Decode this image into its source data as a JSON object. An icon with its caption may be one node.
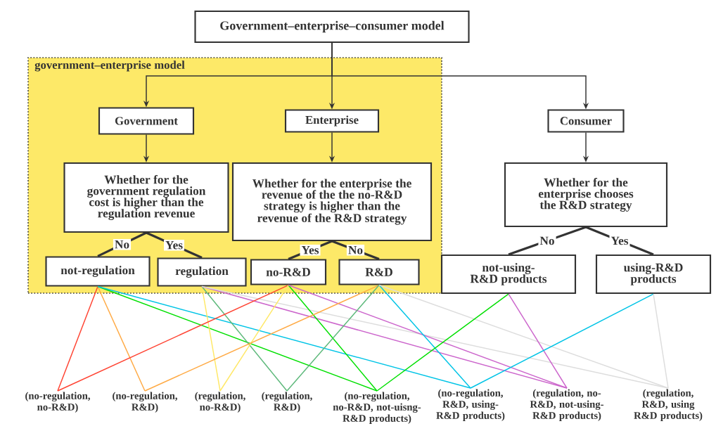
{
  "diagram": {
    "nodes": [
      {
        "text": [
          "Government–enterprise–consumer model"
        ]
      },
      {
        "text": [
          "government–enterprise model"
        ]
      },
      {
        "text": [
          "Government"
        ],
        "in": 1
      },
      {
        "text": [
          "Enterprise"
        ],
        "in": 1
      },
      {
        "text": [
          "Consumer"
        ]
      },
      {
        "text": [
          "Whether for the government regulation cost is higher than the regulation revenue"
        ],
        "in": 1
      },
      {
        "text": [
          "Whether for the enterprise the revenue of the the no-R&D strategy is higher than the revenue of the R&D strategy"
        ],
        "in": 1
      },
      {
        "text": [
          "Whether for the enterprise chooses the R&D strategy"
        ]
      },
      {
        "text": [
          "not-regulation"
        ],
        "in": 1
      },
      {
        "text": [
          "regulation"
        ],
        "in": 1
      },
      {
        "text": [
          "no-R&D"
        ],
        "in": 1
      },
      {
        "text": [
          "R&D"
        ],
        "in": 1
      },
      {
        "text": [
          "not-using-R&D products"
        ]
      },
      {
        "text": [
          "using-R&D products"
        ]
      },
      {
        "text": [
          "(no-regulation, no-R&D)"
        ]
      },
      {
        "text": [
          "(no-regulation, R&D)"
        ]
      },
      {
        "text": [
          "(regulation, no-R&D)"
        ]
      },
      {
        "text": [
          "(regulation, R&D)"
        ]
      },
      {
        "text": [
          "(no-regulation, no-R&D, not-uisng-R&D products)"
        ]
      },
      {
        "text": [
          "(no-regulation, R&D, using-R&D products)"
        ]
      },
      {
        "text": [
          "(regulation, no-R&D, not-using-R&D products)"
        ]
      },
      {
        "text": [
          "(regulation, R&D, using R&D products)"
        ]
      }
    ],
    "edges": [
      {
        "from": 0,
        "to": 2,
        "arrow": "to"
      },
      {
        "from": 0,
        "to": 3,
        "arrow": "to"
      },
      {
        "from": 0,
        "to": 4,
        "arrow": "to"
      },
      {
        "from": 2,
        "to": 5,
        "arrow": "to"
      },
      {
        "from": 3,
        "to": 6,
        "arrow": "to"
      },
      {
        "from": 4,
        "to": 7,
        "arrow": "to"
      },
      {
        "from": 5,
        "to": 8,
        "arrow": "none",
        "label": "No",
        "style": "thick"
      },
      {
        "from": 5,
        "to": 9,
        "arrow": "none",
        "label": "Yes",
        "style": "thick"
      },
      {
        "from": 6,
        "to": 10,
        "arrow": "none",
        "label": "Yes",
        "style": "thick"
      },
      {
        "from": 6,
        "to": 11,
        "arrow": "none",
        "label": "No",
        "style": "thick"
      },
      {
        "from": 7,
        "to": 12,
        "arrow": "none",
        "label": "No",
        "style": "thick"
      },
      {
        "from": 7,
        "to": 13,
        "arrow": "none",
        "label": "Yes",
        "style": "thick"
      },
      {
        "from": 8,
        "to": 14,
        "arrow": "none",
        "color": "#ff4433"
      },
      {
        "from": 8,
        "to": 15,
        "arrow": "none",
        "color": "#ffaa44"
      },
      {
        "from": 8,
        "to": 18,
        "arrow": "none",
        "color": "#00e000"
      },
      {
        "from": 8,
        "to": 19,
        "arrow": "none",
        "color": "#00c4e6"
      },
      {
        "from": 9,
        "to": 16,
        "arrow": "none",
        "color": "#ffe866"
      },
      {
        "from": 9,
        "to": 17,
        "arrow": "none",
        "color": "#5cb87a"
      },
      {
        "from": 9,
        "to": 20,
        "arrow": "none",
        "color": "#cc66cc"
      },
      {
        "from": 9,
        "to": 21,
        "arrow": "none",
        "color": "#dddddd"
      },
      {
        "from": 10,
        "to": 14,
        "arrow": "none",
        "color": "#ff4433"
      },
      {
        "from": 10,
        "to": 16,
        "arrow": "none",
        "color": "#ffe866"
      },
      {
        "from": 10,
        "to": 18,
        "arrow": "none",
        "color": "#00e000"
      },
      {
        "from": 10,
        "to": 20,
        "arrow": "none",
        "color": "#cc66cc"
      },
      {
        "from": 11,
        "to": 15,
        "arrow": "none",
        "color": "#ffaa44"
      },
      {
        "from": 11,
        "to": 17,
        "arrow": "none",
        "color": "#5cb87a"
      },
      {
        "from": 11,
        "to": 19,
        "arrow": "none",
        "color": "#00c4e6"
      },
      {
        "from": 11,
        "to": 21,
        "arrow": "none",
        "color": "#dddddd"
      },
      {
        "from": 12,
        "to": 18,
        "arrow": "none",
        "color": "#00e000"
      },
      {
        "from": 12,
        "to": 20,
        "arrow": "none",
        "color": "#cc66cc"
      },
      {
        "from": 13,
        "to": 19,
        "arrow": "none",
        "color": "#00c4e6"
      },
      {
        "from": 13,
        "to": 21,
        "arrow": "none",
        "color": "#dddddd"
      }
    ]
  }
}
